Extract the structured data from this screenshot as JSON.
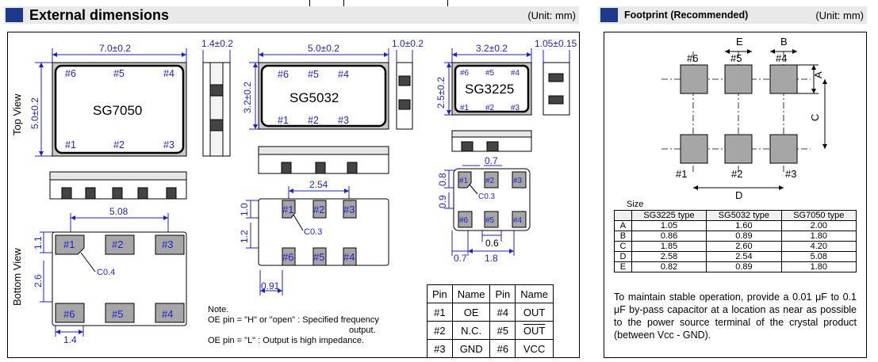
{
  "left_header": {
    "title": "External dimensions",
    "unit": "(Unit: mm)"
  },
  "right_header": {
    "title": "Footprint (Recommended)",
    "unit": "(Unit: mm)"
  },
  "views": {
    "top": "Top View",
    "bottom": "Bottom View"
  },
  "packages": [
    {
      "name": "SG7050",
      "width": "7.0±0.2",
      "height": "5.0±0.2",
      "side": "1.4±0.2"
    },
    {
      "name": "SG5032",
      "width": "5.0±0.2",
      "height": "3.2±0.2",
      "side": "1.0±0.2"
    },
    {
      "name": "SG3225",
      "width": "3.2±0.2",
      "height": "2.5±0.2",
      "side": "1.05±0.15"
    }
  ],
  "pins": [
    "#1",
    "#2",
    "#3",
    "#4",
    "#5",
    "#6"
  ],
  "dims": {
    "sg7050_pitch": "5.08",
    "sg7050_pad_h": "1.1",
    "sg7050_gap": "2.6",
    "sg7050_pad_w": "1.4",
    "sg7050_chamfer": "C0.4",
    "sg5032_pitch": "2.54",
    "sg5032_pad_h": "1.0",
    "sg5032_gap": "1.2",
    "sg5032_edge": "0.91",
    "sg5032_chamfer": "C0.3",
    "sg3225_top": "0.7",
    "sg3225_pad_h": "0.8",
    "sg3225_gap": "0.9",
    "sg3225_chamfer": "C0.3",
    "sg3225_pad_w": "0.6",
    "sg3225_edge": "0.7",
    "sg3225_span": "1.8"
  },
  "note": {
    "title": "Note.",
    "line1": "OE pin = \"H\" or \"open\" : Specified frequency",
    "line2": "output.",
    "line3": "OE pin = \"L\" : Output is high impedance."
  },
  "pin_table": {
    "headers": [
      "Pin",
      "Name",
      "Pin",
      "Name"
    ],
    "rows": [
      [
        "#1",
        "OE",
        "#4",
        "OUT"
      ],
      [
        "#2",
        "N.C.",
        "#5",
        "OUT"
      ],
      [
        "#3",
        "GND",
        "#6",
        "VCC"
      ]
    ]
  },
  "footprint": {
    "labels": {
      "a": "A",
      "b": "B",
      "c": "C",
      "d": "D",
      "e": "E"
    },
    "size_label": "Size",
    "table_headers": [
      "",
      "SG3225 type",
      "SG5032 type",
      "SG7050 type"
    ],
    "table_rows": [
      [
        "A",
        "1.05",
        "1.60",
        "2.00"
      ],
      [
        "B",
        "0.86",
        "0.89",
        "1.80"
      ],
      [
        "C",
        "1.85",
        "2.60",
        "4.20"
      ],
      [
        "D",
        "2.58",
        "2.54",
        "5.08"
      ],
      [
        "E",
        "0.82",
        "0.89",
        "1.80"
      ]
    ],
    "note": "To maintain stable operation, provide a 0.01 μF to 0.1 μF by-pass capacitor at a location as near as possible to the power source terminal of the crystal product (between Vcc - GND)."
  },
  "colors": {
    "accent": "#1b3a8c",
    "dimension_blue": "#1f1fd0",
    "pad_gray": "#a6a6a6"
  }
}
